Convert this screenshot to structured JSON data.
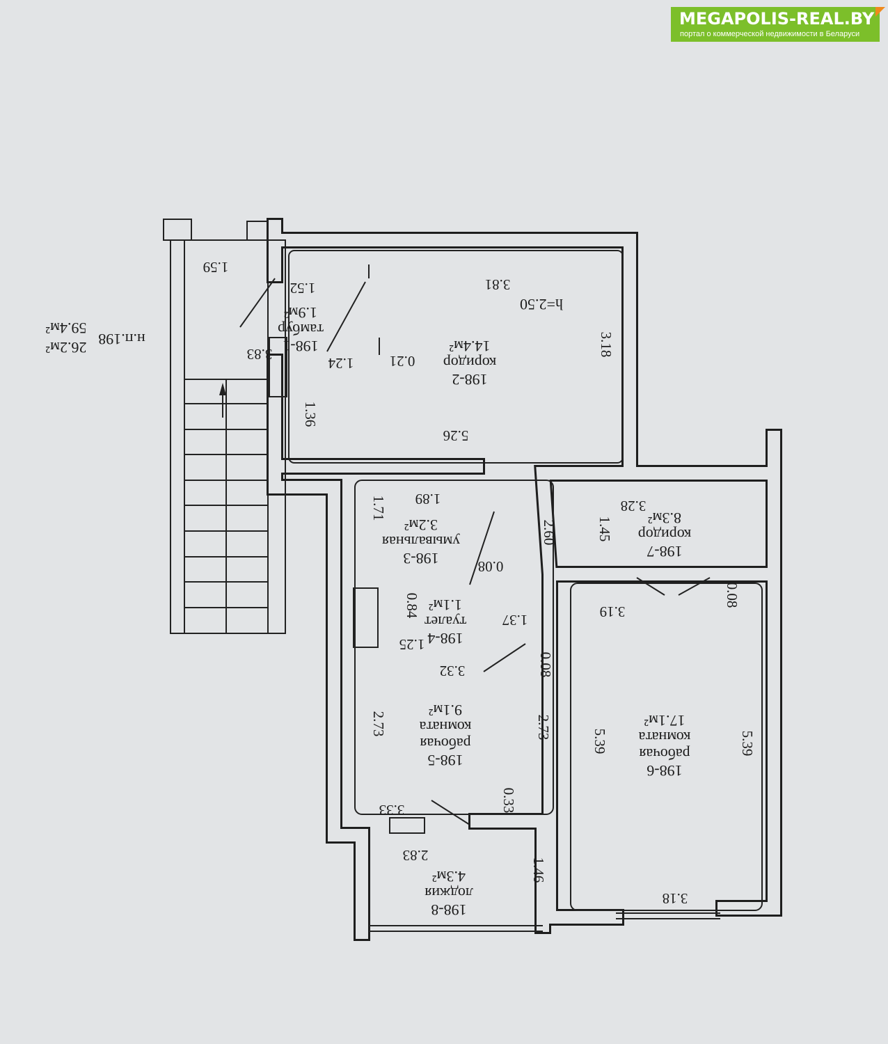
{
  "logo": {
    "title": "MEGAPOLIS-REAL.BY",
    "subtitle": "портал о коммерческой недвижимости в Беларуси",
    "brand_color": "#7cbf2a",
    "accent_color": "#f08a1c"
  },
  "summary": {
    "unit": "н.п.198",
    "area_main": "26.2м²",
    "area_total": "59.4м²"
  },
  "height": "h=2.50",
  "rooms": [
    {
      "id": "198-1",
      "name": "тамбур",
      "area": "1.9м²"
    },
    {
      "id": "198-2",
      "name": "коридор",
      "area": "14.4м²"
    },
    {
      "id": "198-3",
      "name": "умывальная",
      "area": "3.2м²"
    },
    {
      "id": "198-4",
      "name": "туалет",
      "area": "1.1м²"
    },
    {
      "id": "198-5",
      "name": "рабочая",
      "name2": "комната",
      "area": "9.1м²"
    },
    {
      "id": "198-6",
      "name": "рабочая",
      "name2": "комната",
      "area": "17.1м²"
    },
    {
      "id": "198-7",
      "name": "коридор",
      "area": "8.3м²"
    },
    {
      "id": "198-8",
      "name": "лоджия",
      "area": "4.3м²"
    }
  ],
  "dimensions": [
    "1.59",
    "1.52",
    "3.83",
    "1.36",
    "3.81",
    "3.18",
    "1.24",
    "0.21",
    "5.26",
    "1.89",
    "1.71",
    "0.08",
    "2.60",
    "1.45",
    "3.28",
    "0.08",
    "3.19",
    "1.37",
    "0.84",
    "1.25",
    "3.32",
    "0.08",
    "2.73",
    "2.73",
    "5.39",
    "5.39",
    "3.33",
    "0.33",
    "2.83",
    "1.46",
    "3.18"
  ]
}
